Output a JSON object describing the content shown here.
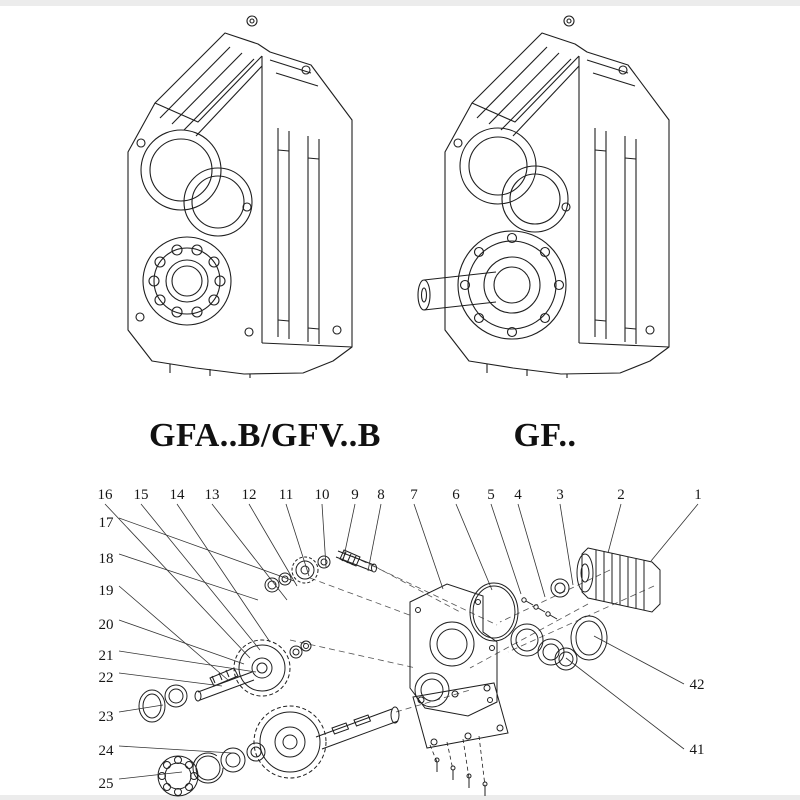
{
  "figures": {
    "left": {
      "caption": "GFA..B/GFV..B"
    },
    "right": {
      "caption": "GF.."
    }
  },
  "exploded": {
    "callouts": {
      "top": [
        "16",
        "15",
        "14",
        "13",
        "12",
        "11",
        "10",
        "9",
        "8",
        "7",
        "6",
        "5",
        "4",
        "3",
        "2",
        "1"
      ],
      "left": [
        "17",
        "18",
        "19",
        "20",
        "21",
        "22",
        "23",
        "24",
        "25"
      ],
      "right": [
        "42",
        "41"
      ]
    }
  },
  "colors": {
    "ink": "#1f1f1f",
    "paper": "#ffffff"
  }
}
